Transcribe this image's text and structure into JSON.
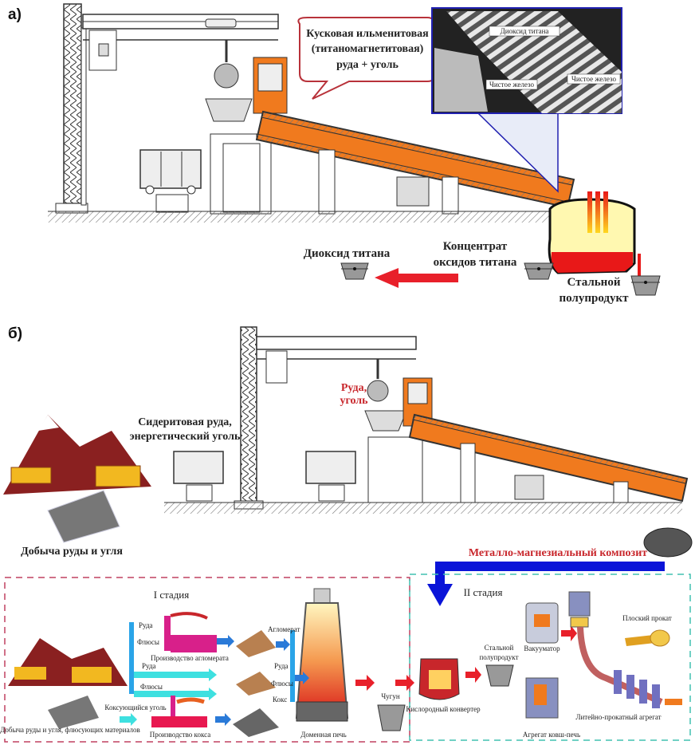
{
  "panels": {
    "a": {
      "label": "а)",
      "callout": {
        "line1": "Кусковая ильменитовая",
        "line2": "(титаномагнетитовая)",
        "line3": "руда + уголь"
      },
      "micrograph": {
        "labels": [
          "Диоксид титана",
          "Чистое железо",
          "Чистое железо"
        ]
      },
      "outputs": {
        "titanium_dioxide": "Диоксид титана",
        "concentrate_line1": "Концентрат",
        "concentrate_line2": "оксидов титана",
        "steel_line1": "Стальной",
        "steel_line2": "полупродукт"
      }
    },
    "b": {
      "label": "б)",
      "ore_coal_line1": "Руда,",
      "ore_coal_line2": "уголь",
      "siderite_line1": "Сидеритовая руда,",
      "siderite_line2": "энергетический уголь",
      "mining": "Добыча руды и угля",
      "composite": "Металло-магнезиальный композит",
      "stage1": {
        "title": "I стадия",
        "mining_label": "Добыча руды и угля, флюсующих материалов",
        "ore1": "Руда",
        "flux1": "Флюсы",
        "agglo_production": "Производство агломерата",
        "agglomerate": "Агломерат",
        "ore2": "Руда",
        "flux2": "Флюсы",
        "ore3": "Руда",
        "flux3": "Флюсы",
        "coke": "Кокс",
        "coking_coal": "Коксующийся уголь",
        "coke_production": "Производство кокса",
        "blast_furnace": "Доменная печь",
        "pig_iron": "Чугун"
      },
      "stage2": {
        "title": "II стадия",
        "converter": "Кислородный конвертер",
        "steel_line1": "Стальной",
        "steel_line2": "полупродукт",
        "vacuum": "Вакууматор",
        "ladle_furnace": "Агрегат ковш-печь",
        "caster": "Литейно-прокатный агрегат",
        "flat_product": "Плоский прокат"
      }
    }
  },
  "colors": {
    "orange": "#f07a1e",
    "red_arrow": "#e8202a",
    "blue_bar": "#0a14d8",
    "light_blue": "#2aa4e8",
    "cyan": "#3ee0e0",
    "magenta": "#d8208a",
    "callout_border": "#b8323a",
    "stage1_border": "#c04060",
    "stage2_border": "#40c0b0",
    "brown": "#8a2020",
    "yellow": "#f2b820"
  }
}
